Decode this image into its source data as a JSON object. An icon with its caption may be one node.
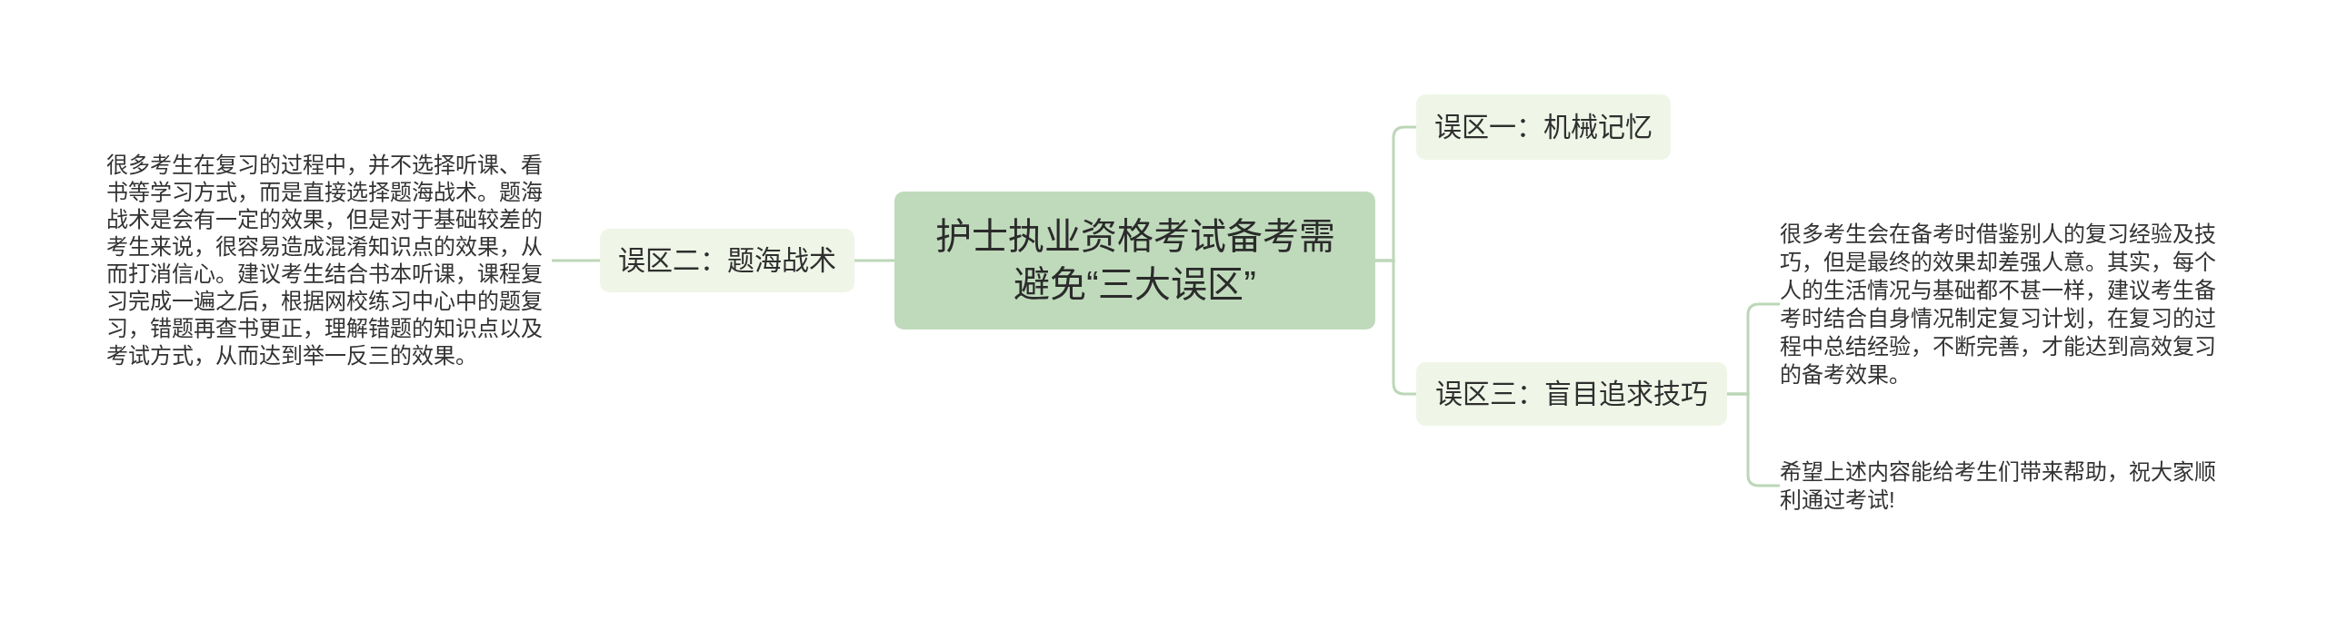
{
  "diagram": {
    "nodes": [
      {
        "text": [
          "护士执业资格考试备考需避免“三大误区”"
        ]
      },
      {
        "text": [
          "误区一：机械记忆"
        ]
      },
      {
        "text": [
          "误区二：题海战术"
        ]
      },
      {
        "text": [
          "很多考生在复习的过程中，并不选择听课、看书等学习方式，而是直接选择题海战术。题海战术是会有一定的效果，但是对于基础较差的考生来说，很容易造成混淆知识点的效果，从而打消信心。建议考生结合书本听课，课程复习完成一遍之后，根据网校练习中心中的题复习，错题再查书更正，理解错题的知识点以及考试方式，从而达到举一反三的效果。"
        ]
      },
      {
        "text": [
          "误区三：盲目追求技巧"
        ]
      },
      {
        "text": [
          "很多考生会在备考时借鉴别人的复习经验及技巧，但是最终的效果却差强人意。其实，每个人的生活情况与基础都不甚一样，建议考生备考时结合自身情况制定复习计划，在复习的过程中总结经验，不断完善，才能达到高效复习的备考效果。"
        ]
      },
      {
        "text": [
          "希望上述内容能给考生们带来帮助，祝大家顺利通过考试!"
        ]
      }
    ],
    "edges": [
      {
        "from": 0,
        "to": 1,
        "arrow": "none"
      },
      {
        "from": 0,
        "to": 2,
        "arrow": "none"
      },
      {
        "from": 2,
        "to": 3,
        "arrow": "none"
      },
      {
        "from": 0,
        "to": 4,
        "arrow": "none"
      },
      {
        "from": 4,
        "to": 5,
        "arrow": "none"
      },
      {
        "from": 4,
        "to": 6,
        "arrow": "none"
      }
    ]
  }
}
